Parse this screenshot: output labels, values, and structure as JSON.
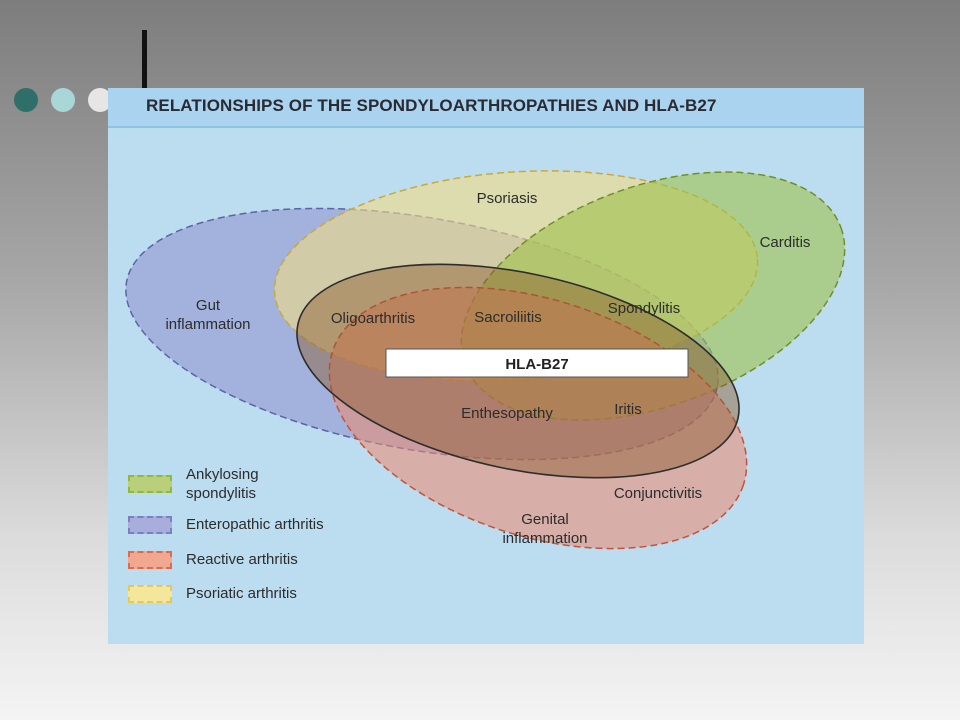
{
  "slide": {
    "dot_colors": [
      "#2f6f6a",
      "#a9d6d6",
      "#e6e6e6"
    ]
  },
  "figure": {
    "title": "RELATIONSHIPS OF THE SPONDYLOARTHROPATHIES AND HLA-B27",
    "center_label": "HLA-B27",
    "labels": {
      "psoriasis": "Psoriasis",
      "carditis": "Carditis",
      "gut": "Gut\ninflammation",
      "oligoarthritis": "Oligoarthritis",
      "sacroiliitis": "Sacroiliitis",
      "spondylitis": "Spondylitis",
      "enthesopathy": "Enthesopathy",
      "iritis": "Iritis",
      "conjunctivitis": "Conjunctivitis",
      "genital": "Genital\ninflammation"
    },
    "legend": [
      {
        "label": "Ankylosing\nspondylitis",
        "color": "#8fb83e",
        "fill": "#b9cf7a"
      },
      {
        "label": "Enteropathic arthritis",
        "color": "#7a7fc2",
        "fill": "#a9addb"
      },
      {
        "label": "Reactive arthritis",
        "color": "#e06a4c",
        "fill": "#f0a891"
      },
      {
        "label": "Psoriatic arthritis",
        "color": "#e2c95a",
        "fill": "#f4e69a"
      }
    ],
    "colors": {
      "background": "#bcdcef",
      "enteropathic": "#8e90cc",
      "psoriatic": "#f2dc84",
      "ankylosing": "#9fc14a",
      "reactive": "#ec8b6d",
      "central": "#8c5a2e"
    }
  }
}
